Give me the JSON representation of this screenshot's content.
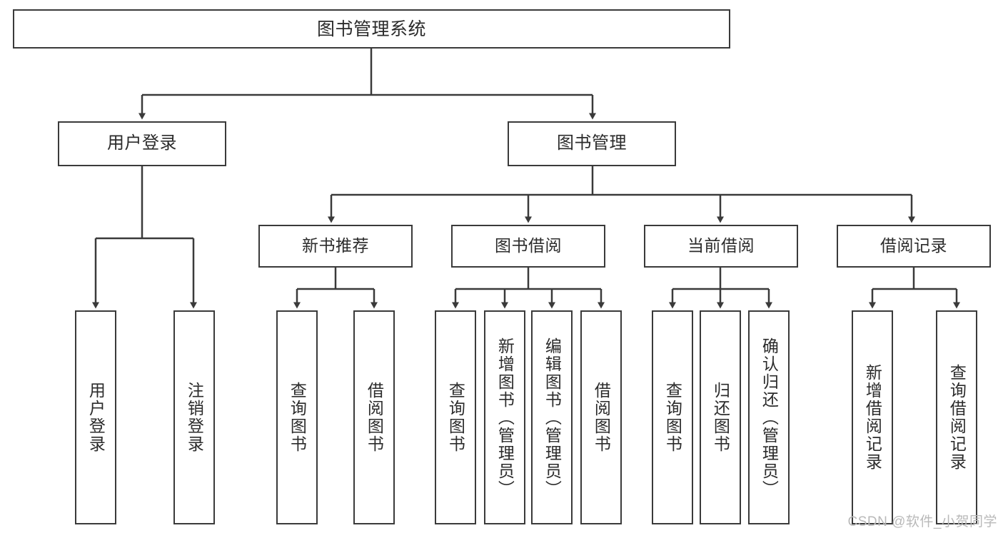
{
  "diagram": {
    "title": "图书管理系统",
    "type": "tree-hierarchy-chart",
    "root": {
      "label": "图书管理系统"
    },
    "level2": [
      {
        "label": "用户登录"
      },
      {
        "label": "图书管理"
      }
    ],
    "level3": [
      {
        "label": "新书推荐"
      },
      {
        "label": "图书借阅"
      },
      {
        "label": "当前借阅"
      },
      {
        "label": "借阅记录"
      }
    ],
    "leaves": {
      "user_login": [
        {
          "label": "用户登录"
        },
        {
          "label": "注销登录"
        }
      ],
      "new_book_recommend": [
        {
          "label": "查询图书"
        },
        {
          "label": "借阅图书"
        }
      ],
      "book_borrow": [
        {
          "label": "查询图书"
        },
        {
          "label": "新增图书（管理员）"
        },
        {
          "label": "编辑图书（管理员）"
        },
        {
          "label": "借阅图书"
        }
      ],
      "current_borrow": [
        {
          "label": "查询图书"
        },
        {
          "label": "归还图书"
        },
        {
          "label": "确认归还（管理员）"
        }
      ],
      "borrow_record": [
        {
          "label": "新增借阅记录"
        },
        {
          "label": "查询借阅记录"
        }
      ]
    }
  },
  "watermark": {
    "text": "CSDN @软件_小贺同学"
  },
  "colors": {
    "border": "#3a3a3a",
    "text": "#2b2b2b",
    "background": "#ffffff",
    "watermark": "#b9b9b9"
  }
}
